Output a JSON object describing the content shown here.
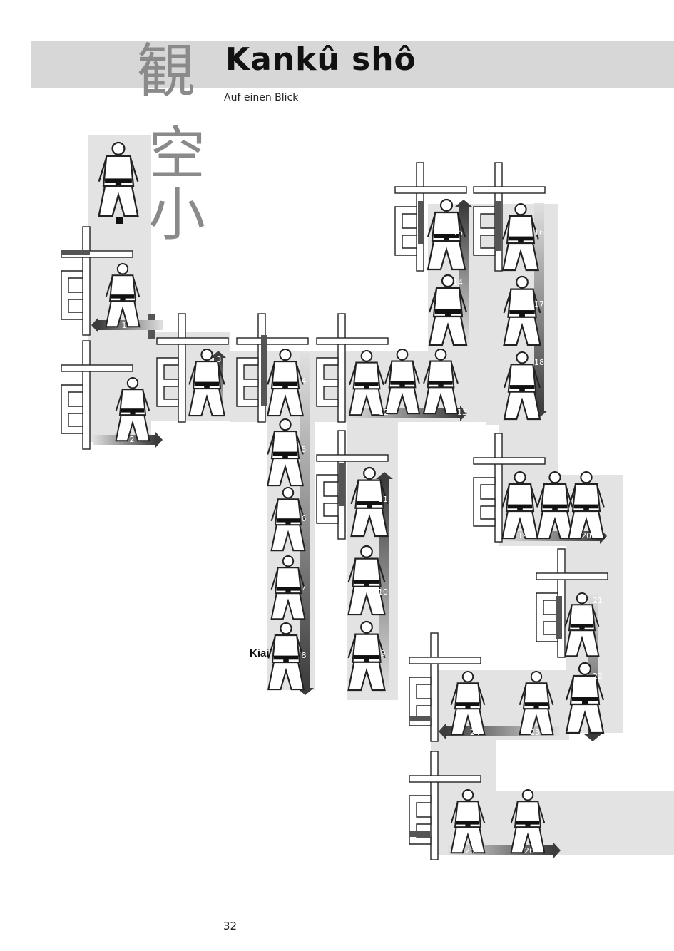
{
  "header": {
    "title": "Kankû shô",
    "subtitle": "Auf einen Blick"
  },
  "kanji": [
    "観",
    "空",
    "小"
  ],
  "kiai": "Kiai",
  "page_number": "32",
  "moves": [
    "1",
    "2",
    "3",
    "4",
    "5",
    "6",
    "7",
    "8",
    "9",
    "10",
    "11",
    "12",
    "13",
    "14",
    "15",
    "16",
    "17",
    "18",
    "19",
    "20",
    "21",
    "22",
    "23",
    "24",
    "25",
    "26"
  ],
  "colors": {
    "path_band": "#e3e3e3",
    "header_band": "#d7d7d7",
    "kanji": "#8a8a8a",
    "arrow_dark": "#4a4a4a"
  }
}
